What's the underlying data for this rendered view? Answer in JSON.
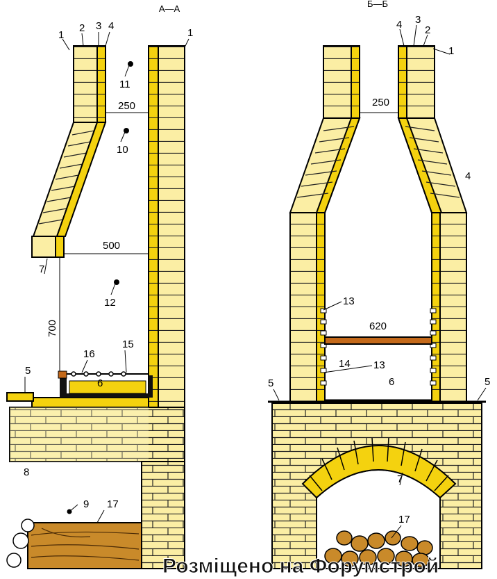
{
  "sections": {
    "left_title": "А—А",
    "right_title": "Б—Б"
  },
  "left_labels": {
    "n1a": "1",
    "n2": "2",
    "n3": "3",
    "n4": "4",
    "n1b": "1",
    "n11": "11",
    "d250": "250",
    "n10": "10",
    "d500": "500",
    "n7": "7",
    "n12": "12",
    "d700": "700",
    "n16": "16",
    "n15": "15",
    "n5": "5",
    "n6": "6",
    "n8": "8",
    "n9": "9",
    "n17": "17"
  },
  "right_labels": {
    "n4a": "4",
    "n3": "3",
    "n2": "2",
    "n1": "1",
    "d250": "250",
    "n4b": "4",
    "n13a": "13",
    "d620": "620",
    "n14": "14",
    "n13b": "13",
    "n5a": "5",
    "n6": "6",
    "n5b": "5",
    "n7": "7",
    "n17": "17"
  },
  "watermark": "Розміщено на Форумстрой",
  "colors": {
    "brick": "#fbeea4",
    "brick_light": "#fdf4bf",
    "refractory": "#f4d20f",
    "wood": "#c98a2a",
    "steel": "#c4691a",
    "outline": "#000000"
  }
}
